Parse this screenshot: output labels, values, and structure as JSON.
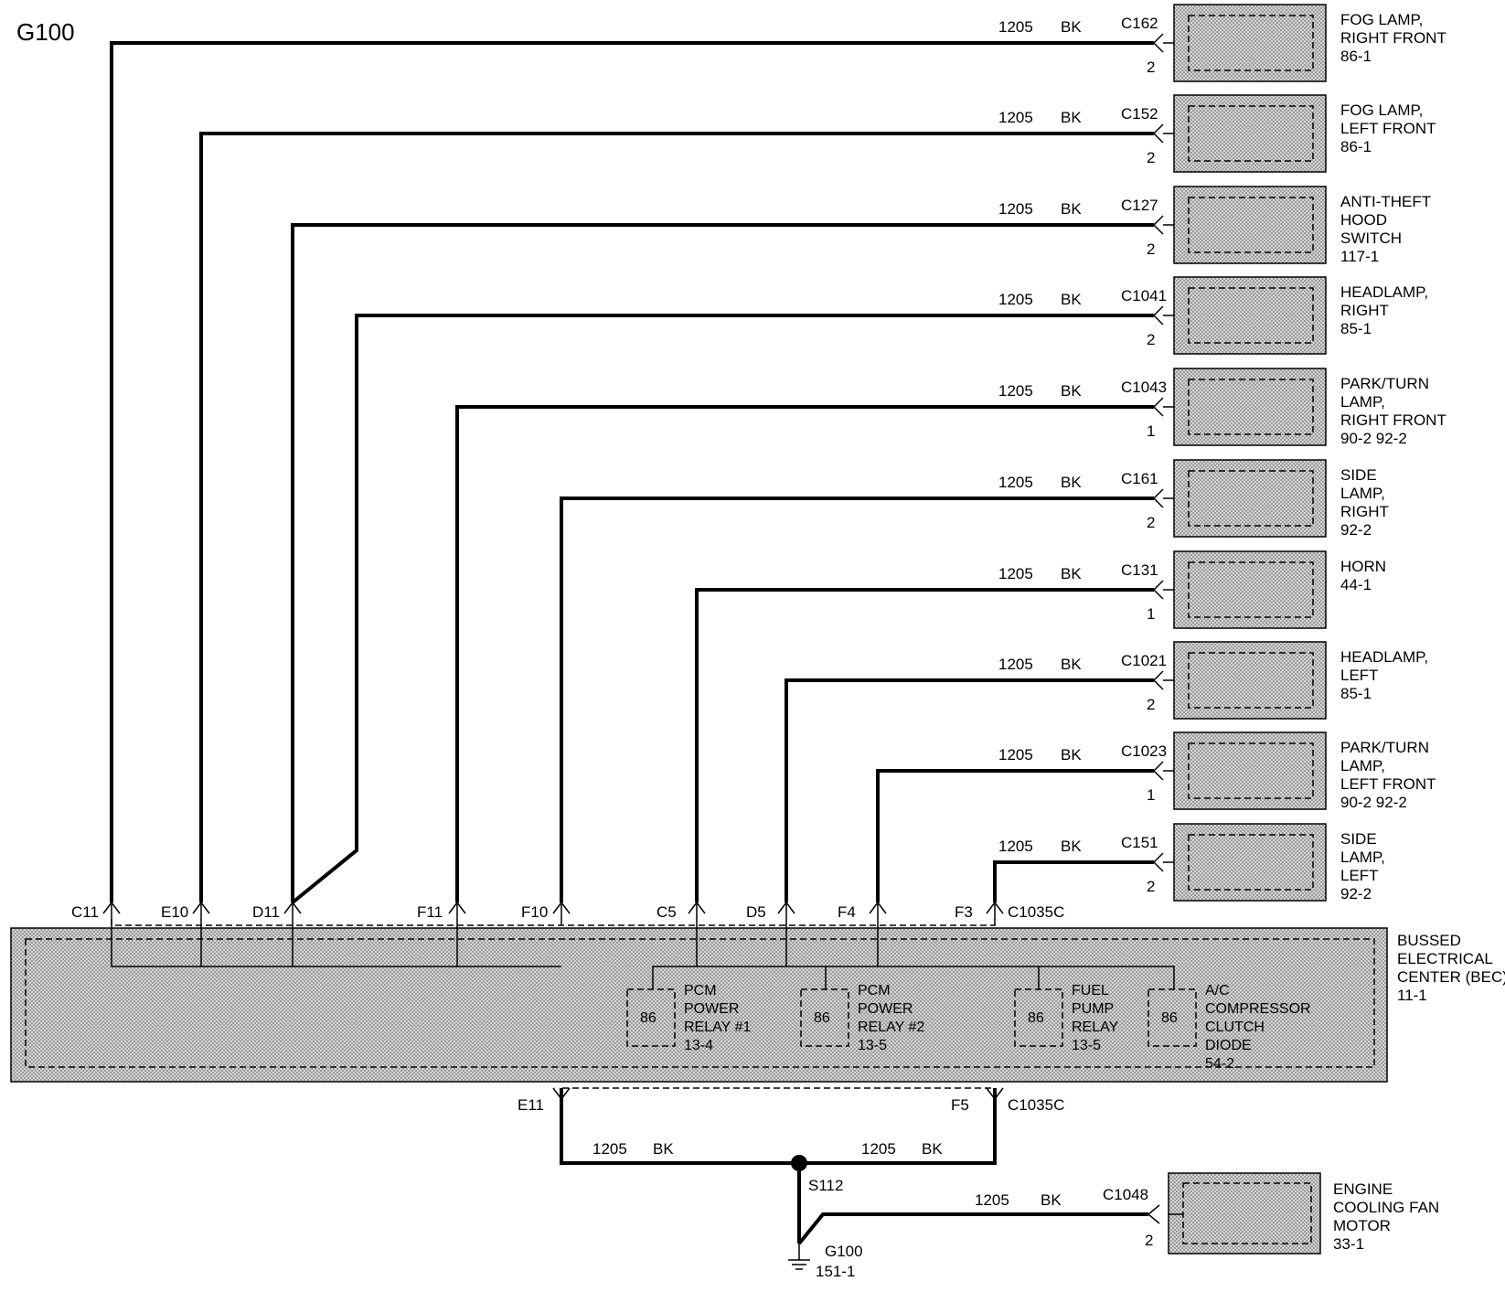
{
  "page_title": "G100",
  "wire": {
    "circuit": "1205",
    "color": "BK"
  },
  "components": [
    {
      "connector": "C162",
      "pin": "2",
      "name_lines": [
        "FOG LAMP,",
        "RIGHT FRONT",
        "86-1"
      ]
    },
    {
      "connector": "C152",
      "pin": "2",
      "name_lines": [
        "FOG LAMP,",
        "LEFT FRONT",
        "86-1"
      ]
    },
    {
      "connector": "C127",
      "pin": "2",
      "name_lines": [
        "ANTI-THEFT",
        "HOOD",
        "SWITCH",
        "117-1"
      ]
    },
    {
      "connector": "C1041",
      "pin": "2",
      "name_lines": [
        "HEADLAMP,",
        "RIGHT",
        "85-1"
      ]
    },
    {
      "connector": "C1043",
      "pin": "1",
      "name_lines": [
        "PARK/TURN",
        "LAMP,",
        "RIGHT FRONT",
        "90-2     92-2"
      ]
    },
    {
      "connector": "C161",
      "pin": "2",
      "name_lines": [
        "SIDE",
        "LAMP,",
        "RIGHT",
        "92-2"
      ]
    },
    {
      "connector": "C131",
      "pin": "1",
      "name_lines": [
        "HORN",
        "44-1"
      ]
    },
    {
      "connector": "C1021",
      "pin": "2",
      "name_lines": [
        "HEADLAMP,",
        "LEFT",
        "85-1"
      ]
    },
    {
      "connector": "C1023",
      "pin": "1",
      "name_lines": [
        "PARK/TURN",
        "LAMP,",
        "LEFT FRONT",
        "90-2     92-2"
      ]
    },
    {
      "connector": "C151",
      "pin": "2",
      "name_lines": [
        "SIDE",
        "LAMP,",
        "LEFT",
        "92-2"
      ]
    }
  ],
  "bec": {
    "name_lines": [
      "BUSSED",
      "ELECTRICAL",
      "CENTER (BEC)",
      "11-1"
    ],
    "top_pins": [
      "C11",
      "E10",
      "D11",
      "F11",
      "F10",
      "C5",
      "D5",
      "F4",
      "F3"
    ],
    "top_connector": "C1035C",
    "bottom_pins": [
      "E11",
      "F5"
    ],
    "bottom_connector": "C1035C",
    "relays": [
      {
        "pin": "86",
        "lines": [
          "PCM",
          "POWER",
          "RELAY #1",
          "13-4"
        ]
      },
      {
        "pin": "86",
        "lines": [
          "PCM",
          "POWER",
          "RELAY #2",
          "13-5"
        ]
      },
      {
        "pin": "86",
        "lines": [
          "FUEL",
          "PUMP",
          "RELAY",
          "13-5"
        ]
      },
      {
        "pin": "86",
        "lines": [
          "A/C",
          "COMPRESSOR",
          "CLUTCH",
          "DIODE",
          "54-2"
        ]
      }
    ]
  },
  "splice": {
    "name": "S112"
  },
  "ground": {
    "name": "G100",
    "ref": "151-1"
  },
  "fan": {
    "connector": "C1048",
    "pin": "2",
    "name_lines": [
      "ENGINE",
      "COOLING FAN",
      "MOTOR",
      "33-1"
    ]
  }
}
